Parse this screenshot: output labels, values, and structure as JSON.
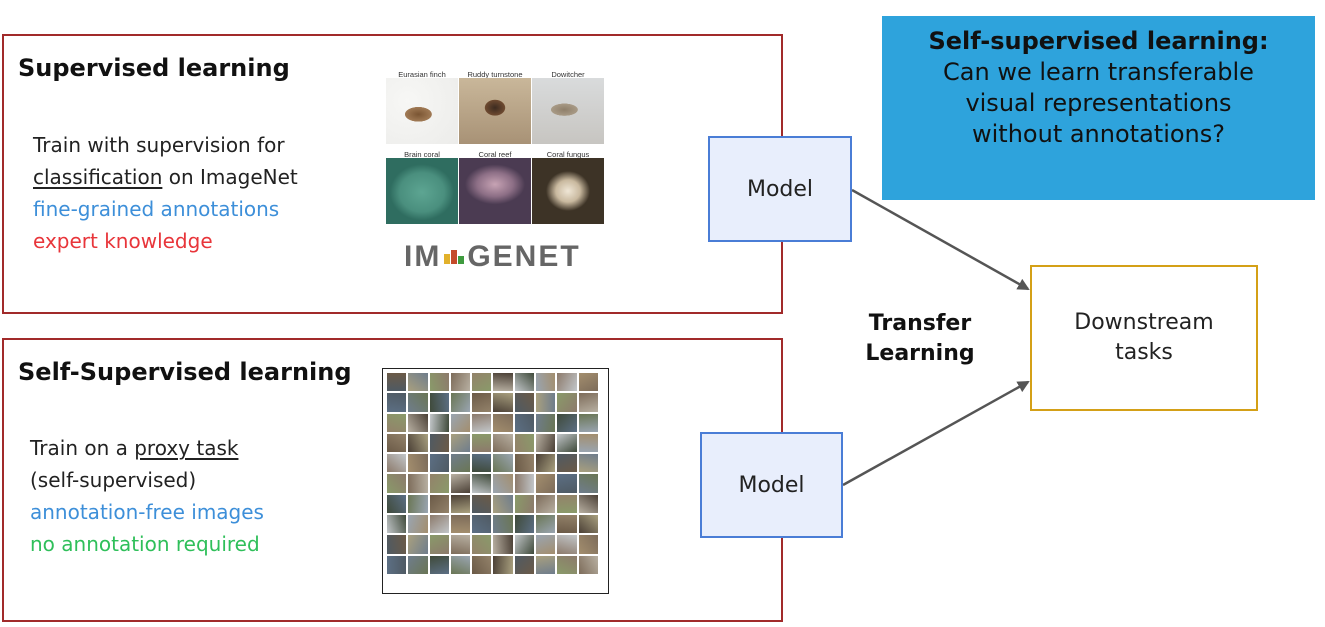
{
  "supervised": {
    "title": "Supervised learning",
    "line1": "Train with supervision for",
    "line2_underlined": "classification",
    "line2_rest": " on ImageNet",
    "line3": "fine-grained annotations",
    "line4": "expert knowledge",
    "image_captions": [
      "Eurasian finch",
      "Ruddy turnstone",
      "Dowitcher",
      "Brain coral",
      "Coral reef",
      "Coral fungus"
    ],
    "logo_text_left": "IM",
    "logo_text_right": "GENET"
  },
  "self_supervised": {
    "title": "Self-Supervised learning",
    "line1_prefix": "Train on a ",
    "line1_underlined": "proxy task",
    "line2": "(self-supervised)",
    "line3": "annotation-free images",
    "line4": "no annotation required"
  },
  "model_top": {
    "label": "Model"
  },
  "model_bottom": {
    "label": "Model"
  },
  "transfer": {
    "line1": "Transfer",
    "line2": "Learning"
  },
  "downstream": {
    "line1": "Downstream",
    "line2": "tasks"
  },
  "callout": {
    "heading": "Self-supervised learning:",
    "line1": "Can we learn transferable",
    "line2": "visual representations",
    "line3": "without annotations?"
  },
  "colors": {
    "panel_border": "#a12a2a",
    "model_border": "#4a7dd6",
    "model_fill": "#e8eefc",
    "downstream_border": "#d4a017",
    "callout_fill": "#2ea3dc",
    "blue_text": "#3d8fd9",
    "red_text": "#e8353a",
    "green_text": "#2fbf5a",
    "arrow": "#555555"
  }
}
